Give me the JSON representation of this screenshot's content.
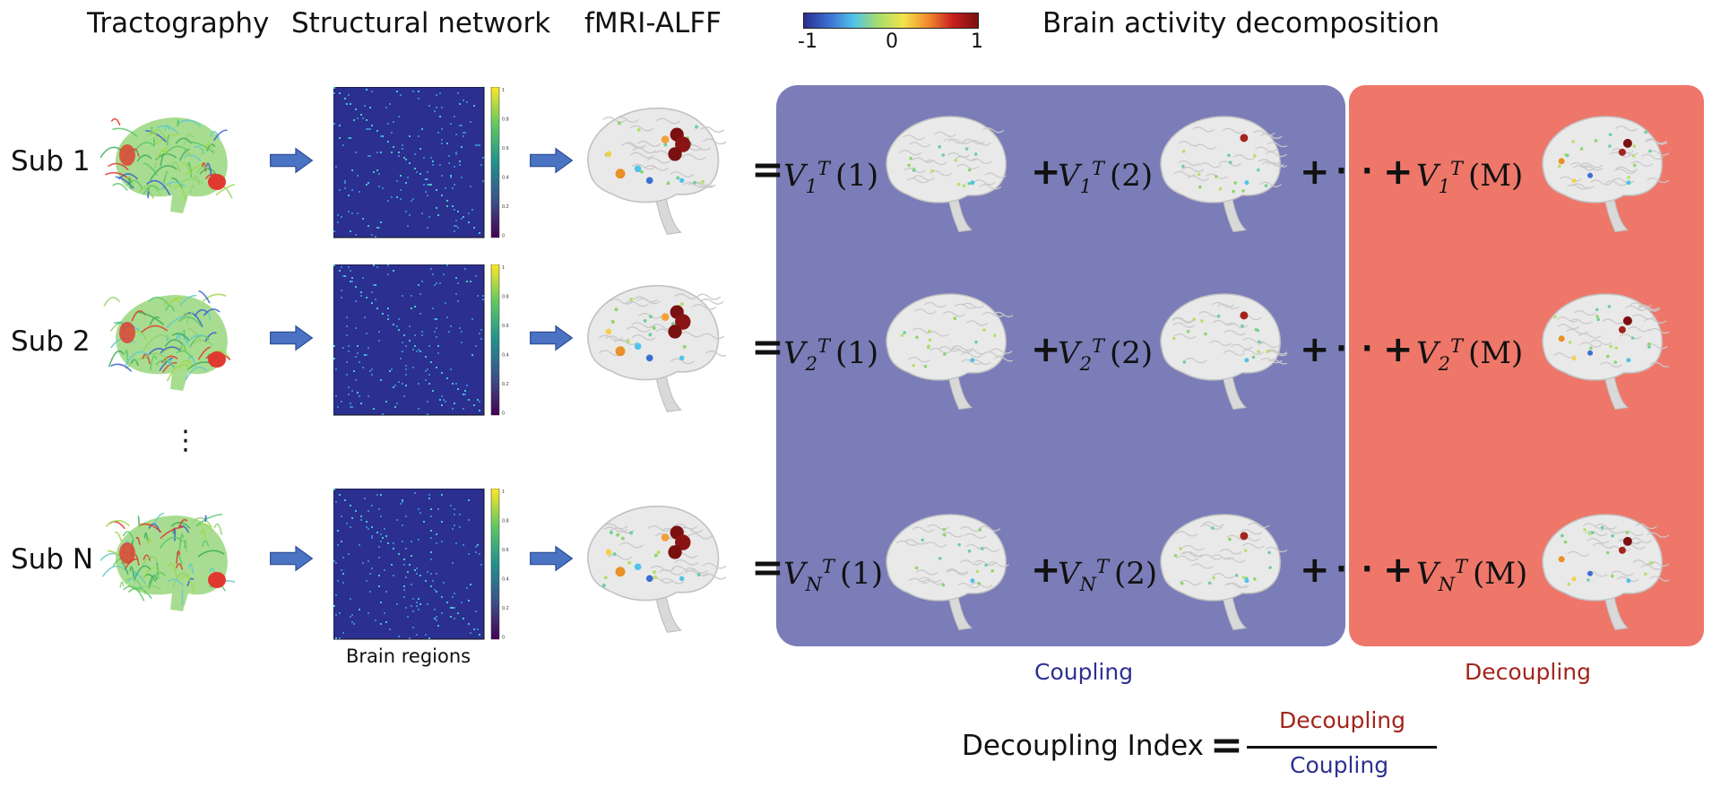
{
  "headers": {
    "tractography": "Tractography",
    "structural_network": "Structural network",
    "fmri_alff": "fMRI-ALFF",
    "decomposition": "Brain activity decomposition"
  },
  "colorbar": {
    "min_label": "-1",
    "mid_label": "0",
    "max_label": "1",
    "colors": [
      "#2b2f8f",
      "#3b6fd0",
      "#4fc3e8",
      "#a8dd6a",
      "#f3e34a",
      "#f28a2e",
      "#c81f1f",
      "#7a1010"
    ]
  },
  "subjects": [
    {
      "label": "Sub 1",
      "term_sub": "1"
    },
    {
      "label": "Sub 2",
      "term_sub": "2"
    },
    {
      "label": "Sub N",
      "term_sub": "N"
    }
  ],
  "ellipsis_rows": "⋮",
  "matrix_colorbar_ticks": [
    "1",
    "0.8",
    "0.6",
    "0.4",
    "0.2",
    "0"
  ],
  "matrix_axis_label": "Brain regions",
  "term": {
    "symbol": "V",
    "transpose": "T",
    "args": [
      "(1)",
      "(2)",
      "(M)"
    ]
  },
  "operators": {
    "equals": "=",
    "plus": "+",
    "ellipsis": "· ·"
  },
  "panels": {
    "coupling_label": "Coupling",
    "decoupling_label": "Decoupling",
    "coupling_color": "#7b7db8",
    "decoupling_color": "#ee776a",
    "coupling_text_color": "#2e3190",
    "decoupling_text_color": "#a3241c"
  },
  "index": {
    "label": "Decoupling Index",
    "equals": "=",
    "numerator": "Decoupling",
    "denominator": "Coupling"
  },
  "icons": {
    "arrow": "right-arrow-icon",
    "brain": "brain-surface-icon",
    "tract": "tractography-brain-icon",
    "matrix": "connectivity-matrix-icon"
  }
}
